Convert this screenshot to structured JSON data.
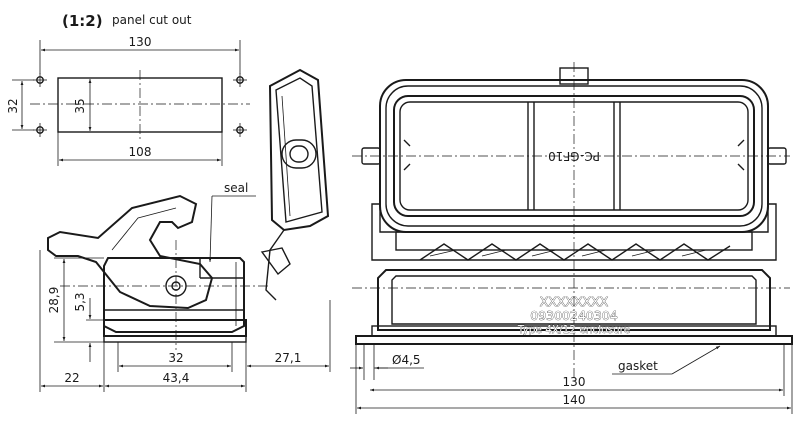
{
  "panel_cutout": {
    "scale": "(1:2)",
    "title": "panel cut out",
    "dim_hole_spacing_x": "130",
    "dim_hole_spacing_y": "32",
    "dim_cutout_height": "35",
    "dim_cutout_width": "108"
  },
  "side_view": {
    "label_seal": "seal",
    "dim_height": "28,9",
    "dim_base": "5,3",
    "dim_center": "32",
    "dim_left": "22",
    "dim_bottom": "43,4",
    "dim_right": "27,1"
  },
  "front_view": {
    "hood_marking": "PC-GF10",
    "marking_line1": "XXXXXXXX",
    "marking_line2": "09300240304",
    "marking_line3": "Type 4X/12 enclosure",
    "label_gasket": "gasket",
    "dim_hole_dia": "Ø4,5",
    "dim_holes": "130",
    "dim_overall": "140"
  }
}
